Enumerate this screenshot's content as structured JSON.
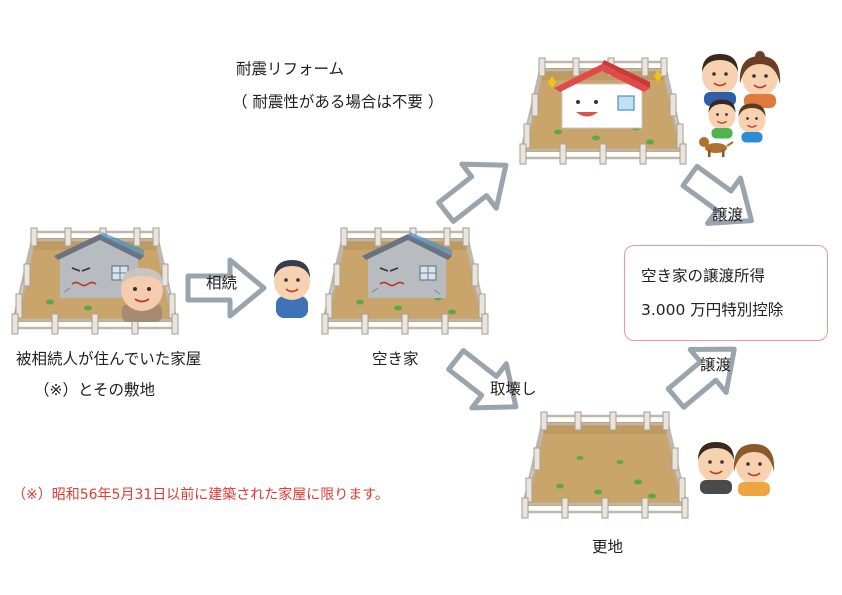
{
  "labels": {
    "reform_line1": "耐震リフォーム",
    "reform_line2": "（ 耐震性がある場合は不要 ）",
    "inherit": "相続",
    "transfer_top": "譲渡",
    "transfer_bottom": "譲渡",
    "demolish": "取壊し",
    "origin_line1": "被相続人が住んでいた家屋",
    "origin_line2": "（※）とその敷地",
    "vacant_house": "空き家",
    "vacant_lot": "更地",
    "note": "（※）昭和56年5月31日以前に建築された家屋に限ります。"
  },
  "benefit_box": {
    "line1": "空き家の譲渡所得",
    "line2": "3.000 万円特別控除"
  },
  "icons": [
    "fenced-lot-icon",
    "old-house-sad-icon",
    "elderly-person-icon",
    "son-heir-icon",
    "renovated-house-happy-icon",
    "family-buyers-icon",
    "dog-icon",
    "couple-buyers-icon",
    "flow-arrow-icon"
  ],
  "colors": {
    "arrow_fill": "#ffffff",
    "arrow_stroke": "#9aa4ad",
    "ground": "#c9a46b",
    "fence": "#bfb7ac",
    "box_border": "#e89a9a",
    "note_text": "#e23b32"
  }
}
